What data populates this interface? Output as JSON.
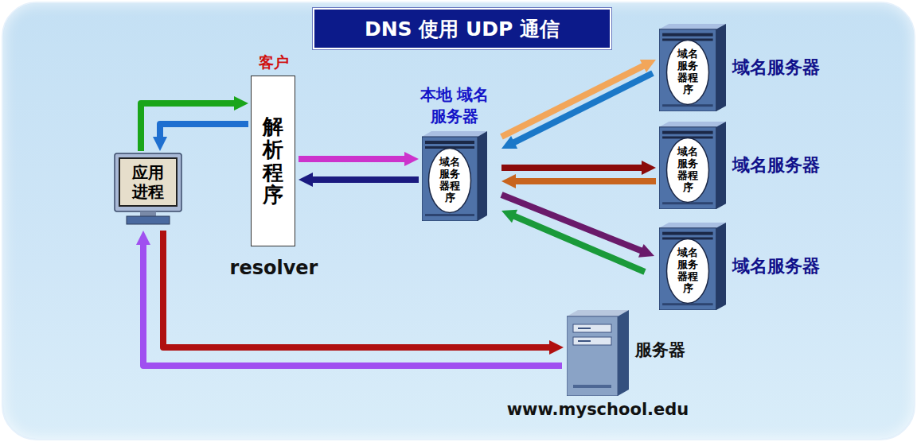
{
  "diagram": {
    "title": "DNS 使用 UDP 通信",
    "nodes": [
      {
        "text": [
          "应用进程"
        ]
      },
      {
        "text": [
          "客户",
          "解析程序",
          "resolver"
        ]
      },
      {
        "text": [
          "本地 域名服务器"
        ]
      },
      {
        "text": [
          "域名服务器程序"
        ],
        "in": 2
      },
      {
        "text": [
          "域名服务器"
        ]
      },
      {
        "text": [
          "域名服务器程序"
        ],
        "in": 4
      },
      {
        "text": [
          "域名服务器"
        ]
      },
      {
        "text": [
          "域名服务器程序"
        ],
        "in": 6
      },
      {
        "text": [
          "域名服务器"
        ]
      },
      {
        "text": [
          "域名服务器程序"
        ],
        "in": 8
      },
      {
        "text": [
          "服务器",
          "www.myschool.edu"
        ]
      }
    ],
    "edges": [
      {
        "from": 0,
        "to": 1,
        "arrow": "to"
      },
      {
        "from": 1,
        "to": 0,
        "arrow": "to"
      },
      {
        "from": 1,
        "to": 2,
        "arrow": "to"
      },
      {
        "from": 2,
        "to": 1,
        "arrow": "to"
      },
      {
        "from": 2,
        "to": 4,
        "arrow": "to"
      },
      {
        "from": 4,
        "to": 2,
        "arrow": "to"
      },
      {
        "from": 2,
        "to": 6,
        "arrow": "to"
      },
      {
        "from": 6,
        "to": 2,
        "arrow": "to"
      },
      {
        "from": 2,
        "to": 8,
        "arrow": "to"
      },
      {
        "from": 8,
        "to": 2,
        "arrow": "to"
      },
      {
        "from": 0,
        "to": 10,
        "arrow": "to"
      },
      {
        "from": 10,
        "to": 0,
        "arrow": "to"
      }
    ]
  }
}
